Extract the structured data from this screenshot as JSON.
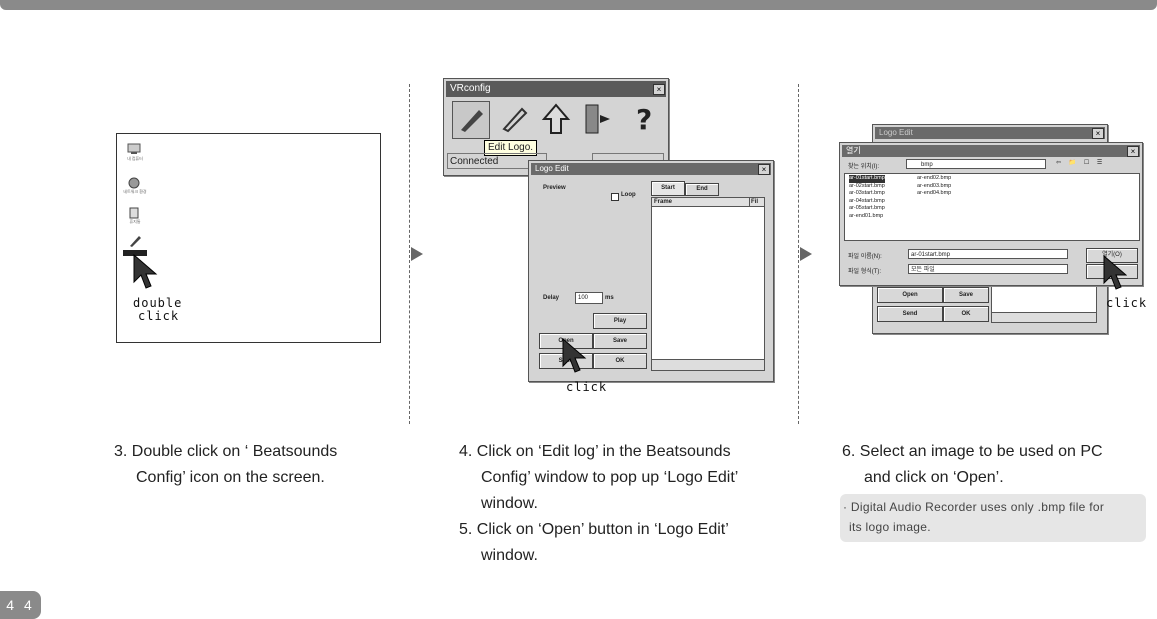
{
  "page_number": "4 4",
  "panel1": {
    "icon_labels": [
      "내 컴퓨터",
      "네트워크 환경",
      "휴지통"
    ],
    "annotation_line1": "double",
    "annotation_line2": "click"
  },
  "panel2": {
    "vrconfig": {
      "title": "VRconfig",
      "tooltip": "Edit Logo.",
      "status": "Connected"
    },
    "logo_edit": {
      "title": "Logo Edit",
      "preview_label": "Preview",
      "loop_label": "Loop",
      "tab_start": "Start",
      "tab_end": "End",
      "col_frame": "Frame",
      "col_fil": "Fil",
      "delay_label": "Delay",
      "delay_value": "100",
      "delay_unit": "ms",
      "play": "Play",
      "open": "Open",
      "save": "Save",
      "send": "Send",
      "ok": "OK"
    },
    "annotation": "click"
  },
  "panel3": {
    "dialog_title": "열기",
    "lookin_label": "찾는 위치(I):",
    "lookin_value": "bmp",
    "files_col1": [
      "ar-01start.bmp",
      "ar-02start.bmp",
      "ar-03start.bmp",
      "ar-04start.bmp",
      "ar-05start.bmp",
      "ar-end01.bmp"
    ],
    "files_col2": [
      "ar-end02.bmp",
      "ar-end03.bmp",
      "ar-end04.bmp"
    ],
    "filename_label": "파일 이름(N):",
    "filename_value": "ar-01start.bmp",
    "filetype_label": "파일 형식(T):",
    "filetype_value": "모든 파일",
    "open_button": "열기(O)",
    "cancel_button": "취소",
    "behind_title": "Logo Edit",
    "behind_open": "Open",
    "behind_save": "Save",
    "behind_send": "Send",
    "behind_ok": "OK",
    "annotation": "click"
  },
  "captions": {
    "step3": [
      "3. Double click on ‘ Beatsounds",
      "Config’ icon on the screen."
    ],
    "step4": [
      "4. Click on  ‘Edit log’ in the   Beatsounds",
      "Config’ window to pop up  ‘Logo Edit’",
      "window."
    ],
    "step5": [
      "5. Click on  ‘Open’ button in  ‘Logo Edit’",
      "window."
    ],
    "step6": [
      "6. Select an image to be used on PC",
      "and click on  ‘Open’."
    ],
    "note_line1": "· Digital Audio Recorder uses only .bmp file for",
    "note_line2": "its logo image."
  },
  "colors": {
    "bar_gray": "#8a8a8a",
    "note_bg": "#e6e6e6"
  }
}
